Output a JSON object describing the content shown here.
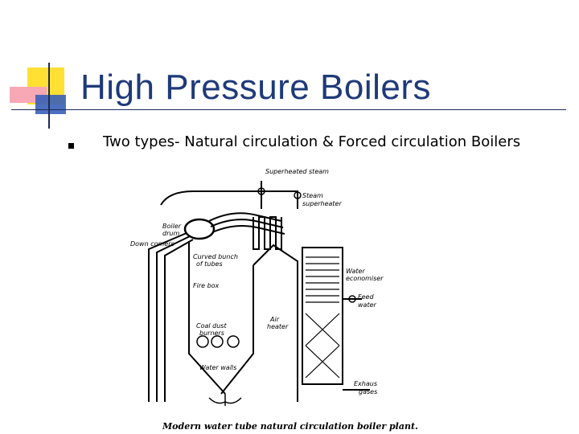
{
  "slide": {
    "title": "High Pressure Boilers",
    "bullet": "Two types- Natural circulation & Forced circulation Boilers"
  },
  "diagram": {
    "labels": {
      "superheated_steam": "Superheated steam",
      "steam_superheater_1": "Steam",
      "steam_superheater_2": "superheater",
      "boiler_drum_1": "Boiler",
      "boiler_drum_2": "drum",
      "down_comers": "Down comers",
      "curved_bunch_1": "Curved bunch",
      "curved_bunch_2": "of tubes",
      "fire_box": "Fire box",
      "water_economiser_1": "Water",
      "water_economiser_2": "economiser",
      "feed_water_1": "Feed",
      "feed_water_2": "water",
      "coal_dust_burners_1": "Coal dust",
      "coal_dust_burners_2": "burners",
      "air_heater_1": "Air",
      "air_heater_2": "heater",
      "water_walls": "Water walls",
      "exhaust_gases_1": "Exhaus",
      "exhaust_gases_2": "gases",
      "caption": "Modern water tube natural circulation boiler plant."
    }
  }
}
